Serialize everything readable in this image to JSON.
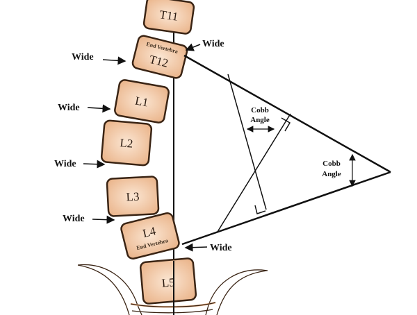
{
  "vertebrae": {
    "t11": "T11",
    "t12": "T12",
    "l1": "L1",
    "l2": "L2",
    "l3": "L3",
    "l4": "L4",
    "l5": "L5"
  },
  "end_vertebra_label": "End Vertebra",
  "wide_label": "Wide",
  "cobb_angle": {
    "line1": "Cobb",
    "line2": "Angle"
  },
  "colors": {
    "bone": "#f3c9a5",
    "bone_edge": "#3a2414",
    "line": "#111111"
  }
}
